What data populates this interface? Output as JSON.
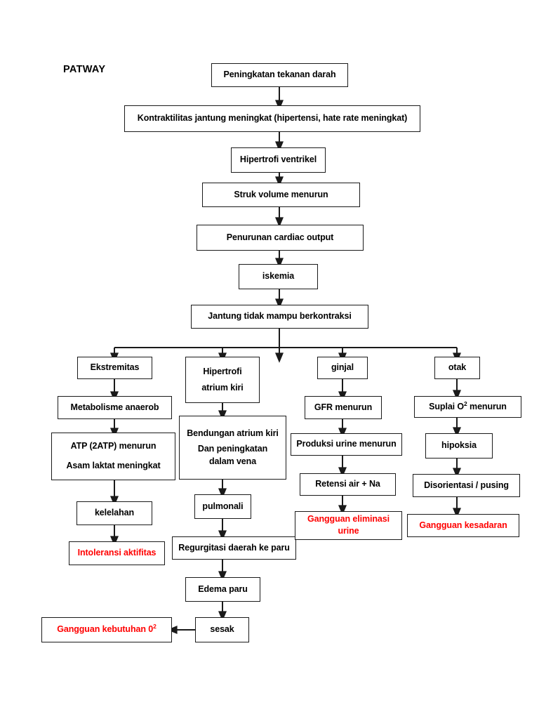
{
  "title": "PATWAY",
  "colors": {
    "box_border": "#1a1a1a",
    "text": "#000000",
    "alert_text": "#ff0000",
    "connector": "#1a1a1a",
    "background": "#ffffff"
  },
  "nodes": {
    "peningkatan_tekanan_darah": "Peningkatan tekanan darah",
    "kontraktilitas": "Kontraktilitas jantung meningkat (hipertensi, hate rate meningkat)",
    "hipertrofi_ventrikel": "Hipertrofi ventrikel",
    "struk_volume": "Struk volume menurun",
    "penurunan_cardiac_output": "Penurunan cardiac output",
    "iskemia": "iskemia",
    "jantung_tidak_mampu": "Jantung tidak mampu berkontraksi",
    "ekstremitas": "Ekstremitas",
    "metabolisme_anaerob": "Metabolisme anaerob",
    "atp_line1": "ATP (2ATP) menurun",
    "atp_line2": "Asam laktat meningkat",
    "kelelahan": "kelelahan",
    "intoleransi_aktifitas": "Intoleransi aktifitas",
    "hipertrofi_line1": "Hipertrofi",
    "hipertrofi_line2": "atrium kiri",
    "bendungan_line1": "Bendungan atrium kiri",
    "bendungan_line2": "Dan peningkatan",
    "bendungan_line3": "dalam vena",
    "pulmonali": "pulmonali",
    "regurgitasi": "Regurgitasi daerah ke paru",
    "edema_paru": "Edema paru",
    "sesak": "sesak",
    "gangguan_kebutuhan_o2_pre": "Gangguan kebutuhan 0",
    "gangguan_kebutuhan_o2_sup": "2",
    "ginjal": "ginjal",
    "gfr_menurun": "GFR menurun",
    "produksi_urine": "Produksi urine menurun",
    "retensi_air_na": "Retensi air + Na",
    "gangguan_eliminasi_line1": "Gangguan eliminasi",
    "gangguan_eliminasi_line2": "urine",
    "otak": "otak",
    "suplai_o2_pre": "Suplai O",
    "suplai_o2_sup": "2",
    "suplai_o2_post": " menurun",
    "hipoksia": "hipoksia",
    "disorientasi": "Disorientasi / pusing",
    "gangguan_kesadaran": "Gangguan kesadaran"
  }
}
